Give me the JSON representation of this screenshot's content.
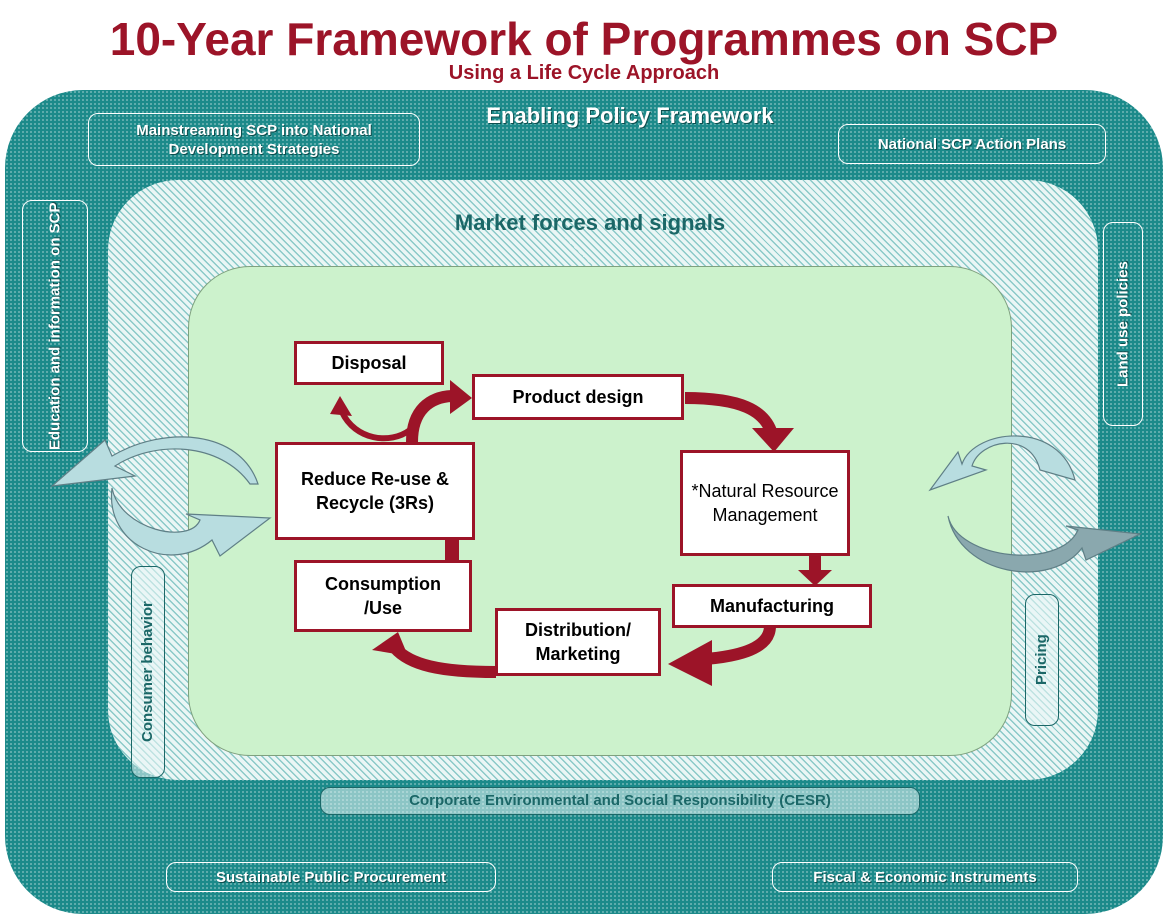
{
  "title": "10-Year Framework of Programmes on SCP",
  "subtitle": "Using a Life Cycle Approach",
  "outer_ring": {
    "heading": "Enabling Policy Framework",
    "mainstreaming": "Mainstreaming SCP into National Development Strategies",
    "action_plans": "National SCP Action Plans",
    "education": "Education and information on SCP",
    "land_use": "Land use policies",
    "procurement": "Sustainable Public Procurement",
    "fiscal": "Fiscal & Economic Instruments"
  },
  "middle_ring": {
    "heading": "Market forces and signals",
    "consumer_behavior": "Consumer behavior",
    "pricing": "Pricing",
    "cesr": "Corporate Environmental and Social Responsibility (CESR)"
  },
  "life_cycle": {
    "disposal": "Disposal",
    "product_design": "Product design",
    "natural_resource": "*Natural Resource Management",
    "manufacturing": "Manufacturing",
    "distribution": "Distribution/ Marketing",
    "consumption": "Consumption /Use",
    "reduce": "Reduce Re-use & Recycle (3Rs)"
  },
  "colors": {
    "title": "#9c1428",
    "outer_ring": "#1c8a8a",
    "middle_ring": "#eaf6f5",
    "inner_area": "#ccf2cc",
    "flow_arrow": "#9c1428",
    "cycle_arrow": "#b8dde0"
  }
}
